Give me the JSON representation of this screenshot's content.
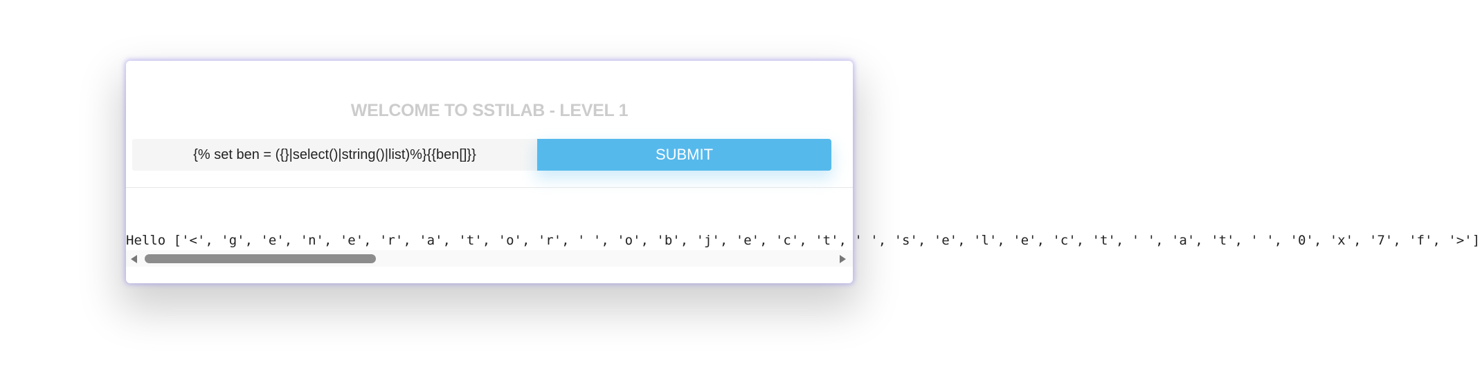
{
  "page": {
    "title": "WELCOME TO SSTILAB - LEVEL 1"
  },
  "form": {
    "input_value": "{% set ben = ({}|select()|string()|list)%}{{ben[]}}",
    "submit_label": "SUBMIT"
  },
  "output": {
    "text": "Hello ['<', 'g', 'e', 'n', 'e', 'r', 'a', 't', 'o', 'r', ' ', 'o', 'b', 'j', 'e', 'c', 't', ' ', 's', 'e', 'l', 'e', 'c', 't', ' ', 'a', 't', ' ', '0', 'x', '7', 'f', '>']",
    "scroll_position": 0.0,
    "scroll_visible_fraction": 0.33
  },
  "colors": {
    "accent": "#56b9ec",
    "title": "#cccccc",
    "input_bg": "#f5f5f5",
    "card_glow": "#968ceb"
  }
}
